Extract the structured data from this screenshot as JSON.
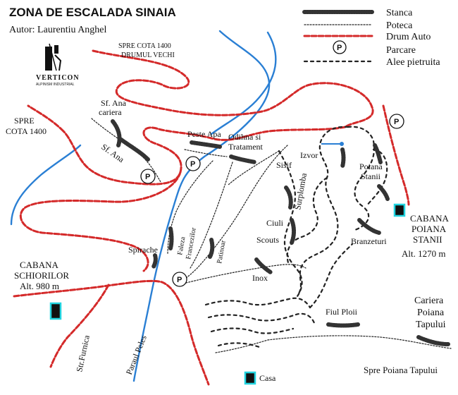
{
  "header": {
    "title": "ZONA DE ESCALADA SINAIA",
    "author": "Autor: Laurentiu Anghel"
  },
  "logo": {
    "name": "VERTICON",
    "subtitle": "ALPINISM INDUSTRIAL"
  },
  "legend": {
    "items": [
      {
        "label": "Stanca",
        "symbol": "rock-dashed"
      },
      {
        "label": "Poteca",
        "symbol": "dotted-line"
      },
      {
        "label": "Drum Auto",
        "symbol": "red-dashed-line"
      },
      {
        "label": "Parcare",
        "symbol": "parking-circle"
      },
      {
        "label": "Alee pietruita",
        "symbol": "bold-dashed-line"
      }
    ]
  },
  "parking_letter": "P",
  "labels": {
    "spre_cota_1400_vechi_1": "SPRE COTA 1400",
    "spre_cota_1400_vechi_2": "DRUMUL VECHI",
    "spre_cota_1400_left_1": "SPRE",
    "spre_cota_1400_left_2": "COTA 1400",
    "sf_ana_cariera_1": "Sf. Ana",
    "sf_ana_cariera_2": "cariera",
    "sf_ana": "Sf. Ana",
    "peste_apa": "Peste Apa",
    "odihna_1": "Odihna si",
    "odihna_2": "Tratament",
    "izvor": "Izvor",
    "poiana_stanii_1": "Poiana",
    "poiana_stanii_2": "Stanii",
    "sisif": "Sisif",
    "surplomba": "Surplomba",
    "faleza_francezilor_1": "Faleza",
    "faleza_francezilor_2": "Francezilor",
    "patinoar": "Patinoar",
    "spirache": "Spirache",
    "ciuli": "Ciuli",
    "scouts": "Scouts",
    "inox": "Inox",
    "branzeturi": "Branzeturi",
    "fiul_ploii": "Fiul Ploii",
    "casa": "Casa",
    "str_furnica": "Str.Furnica",
    "paraul_peles": "Paraul Peles",
    "spre_poiana_tapului": "Spre Poiana Tapului"
  },
  "places": {
    "cabana_schiorilor": {
      "line1": "CABANA",
      "line2": "SCHIORILOR",
      "alt": "Alt. 980 m"
    },
    "cabana_poiana_stanii": {
      "line1": "CABANA",
      "line2": "POIANA",
      "line3": "STANII",
      "alt": "Alt. 1270 m"
    },
    "cariera_poiana_tapului": {
      "line1": "Cariera",
      "line2": "Poiana",
      "line3": "Tapului"
    }
  },
  "colors": {
    "road": "#d42a2a",
    "river": "#2a7fd4",
    "hut_border": "#22d4e0",
    "ink": "#111111"
  }
}
